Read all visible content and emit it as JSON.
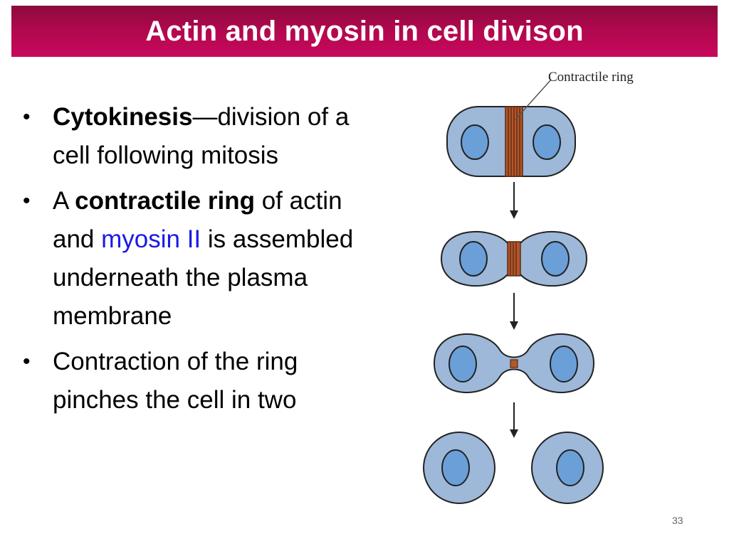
{
  "slide": {
    "title": "Actin and myosin in cell divison",
    "page_number": "33"
  },
  "bullets": [
    {
      "term": "Cytokinesis",
      "dash": "—",
      "text": "division of a cell following mitosis"
    },
    {
      "prefix": "A ",
      "term": "contractile ring",
      "mid": " of actin and ",
      "link": "myosin II",
      "suffix": " is assembled underneath the plasma membrane"
    },
    {
      "text": "Contraction of the ring pinches the cell in two"
    }
  ],
  "diagram": {
    "label": "Contractile ring",
    "colors": {
      "cytoplasm": "#9db8d9",
      "nucleus": "#6b9fd8",
      "outline": "#222222",
      "ring": "#b5562a"
    }
  }
}
